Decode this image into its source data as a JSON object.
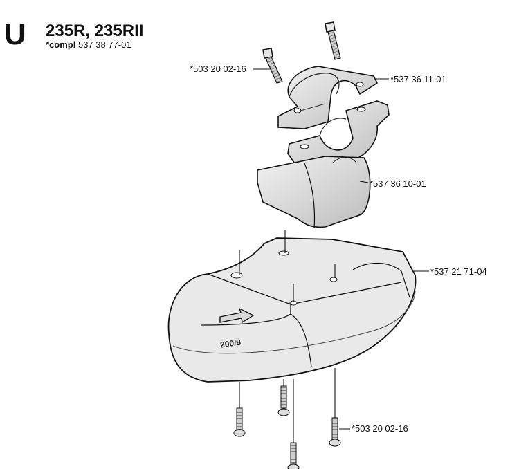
{
  "header": {
    "section_letter": "U",
    "model_title": "235R, 235RII",
    "compl_keyword": "*compl",
    "compl_number": "537 38 77-01"
  },
  "callouts": {
    "screw_top": "*503 20 02-16",
    "clamp_upper": "*537 36 11-01",
    "clamp_lower": "*537 36 10-01",
    "guard": "*537 21 71-04",
    "screw_bottom": "*503 20 02-16"
  },
  "guard_marking": "200/8"
}
